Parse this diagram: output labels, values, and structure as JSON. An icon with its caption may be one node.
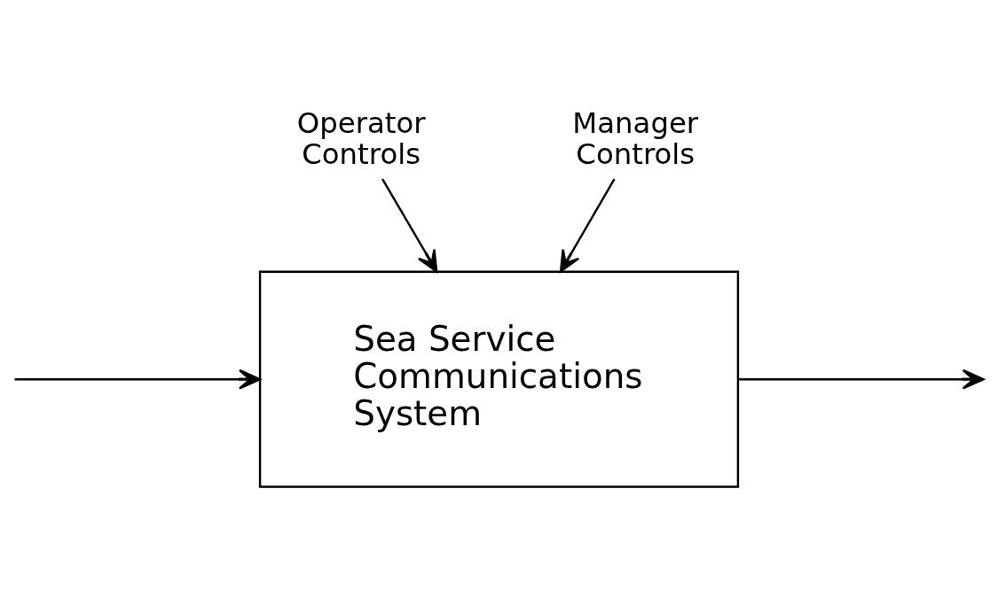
{
  "diagram": {
    "nodes": [
      {
        "text": [
          "Operator Controls"
        ]
      },
      {
        "text": [
          "Manager Controls"
        ]
      },
      {
        "text": [
          "Sea Service Communications System"
        ]
      }
    ],
    "edges": [
      {
        "from": 0,
        "to": 2,
        "arrow": "to"
      },
      {
        "from": 1,
        "to": 2,
        "arrow": "to"
      },
      {
        "from": null,
        "to": 2,
        "arrow": "to"
      },
      {
        "from": 2,
        "to": null,
        "arrow": "to"
      }
    ]
  }
}
